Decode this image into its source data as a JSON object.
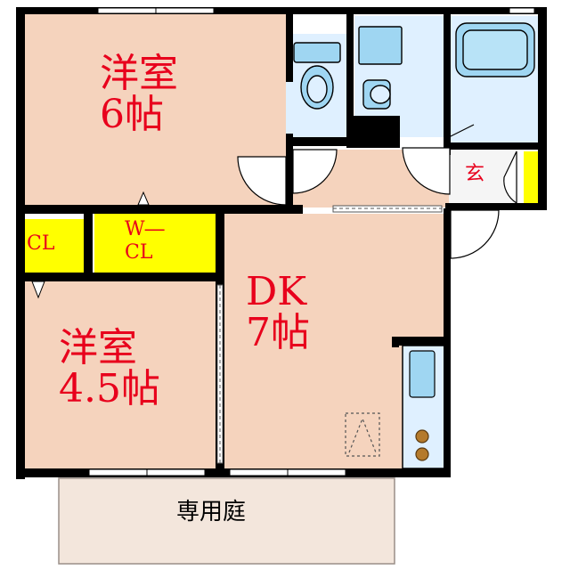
{
  "rooms": {
    "western_6": {
      "name": "洋室",
      "size": "6帖"
    },
    "western_45": {
      "name": "洋室",
      "size": "4.5帖"
    },
    "dk": {
      "name": "DK",
      "size": "7帖"
    },
    "closet": "CL",
    "walk_in_closet": {
      "line1": "W―",
      "line2": "CL"
    },
    "entrance": "玄",
    "garden": "専用庭"
  },
  "colors": {
    "wall": "#000000",
    "room_floor": "#f5d3bd",
    "wet_area": "#dff0ff",
    "storage": "#ffff00",
    "garden": "#f3e6dc",
    "label_text": "#e8001c"
  }
}
